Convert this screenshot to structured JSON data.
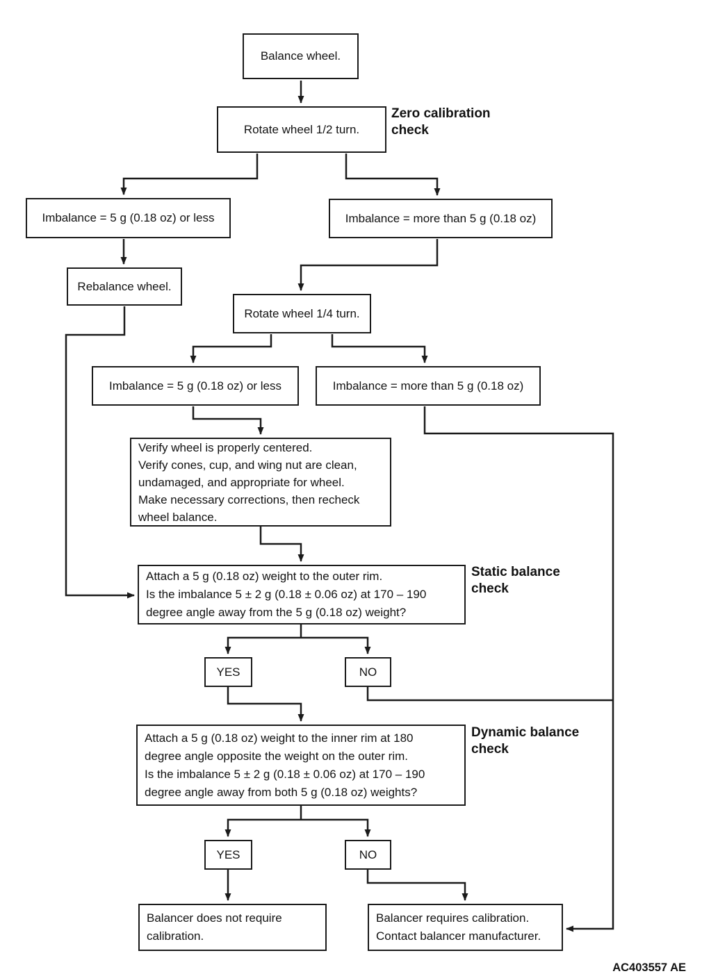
{
  "diagram": {
    "title_hint": "Wheel balancer calibration check flowchart",
    "colors": {
      "line": "#1a1a1a",
      "text": "#121212",
      "background": "#ffffff"
    },
    "nodes": {
      "balance_wheel": {
        "label": "Balance wheel."
      },
      "rotate_half": {
        "label": "Rotate wheel 1/2 turn."
      },
      "imbalance_half_less": {
        "label": "Imbalance = 5 g (0.18 oz) or less"
      },
      "imbalance_half_more": {
        "label": "Imbalance = more than 5 g (0.18 oz)"
      },
      "rebalance": {
        "label": "Rebalance wheel."
      },
      "rotate_quarter": {
        "label": "Rotate wheel 1/4 turn."
      },
      "imbalance_quarter_less": {
        "label": "Imbalance = 5 g (0.18 oz) or less"
      },
      "imbalance_quarter_more": {
        "label": "Imbalance = more than 5 g (0.18 oz)"
      },
      "verify": {
        "lines": [
          "Verify wheel is properly centered.",
          "Verify cones, cup, and wing nut are clean,",
          "undamaged, and appropriate for wheel.",
          "Make necessary corrections, then recheck",
          "wheel balance."
        ]
      },
      "static_check": {
        "lines": [
          "Attach a 5 g (0.18 oz) weight to the outer rim.",
          "Is the imbalance 5 ± 2 g (0.18 ± 0.06 oz) at 170 – 190",
          "degree angle away from the 5 g (0.18 oz) weight?"
        ]
      },
      "yes1": {
        "label": "YES"
      },
      "no1": {
        "label": "NO"
      },
      "dynamic_check": {
        "lines": [
          "Attach a 5 g (0.18 oz) weight to the inner rim at 180",
          "degree angle opposite the weight on the outer rim.",
          "Is the imbalance 5 ± 2 g (0.18 ± 0.06 oz) at 170 – 190",
          "degree angle away from both 5 g (0.18 oz) weights?"
        ]
      },
      "yes2": {
        "label": "YES"
      },
      "no2": {
        "label": "NO"
      },
      "no_calibration": {
        "lines": [
          "Balancer does not require",
          "calibration."
        ]
      },
      "requires_calibration": {
        "lines": [
          "Balancer requires calibration.",
          "Contact balancer manufacturer."
        ]
      }
    },
    "annotations": {
      "zero_calibration": {
        "lines": [
          "Zero calibration",
          "check"
        ]
      },
      "static_balance": {
        "lines": [
          "Static balance",
          "check"
        ]
      },
      "dynamic_balance": {
        "lines": [
          "Dynamic balance",
          "check"
        ]
      }
    },
    "figure_code": "AC403557 AE"
  }
}
